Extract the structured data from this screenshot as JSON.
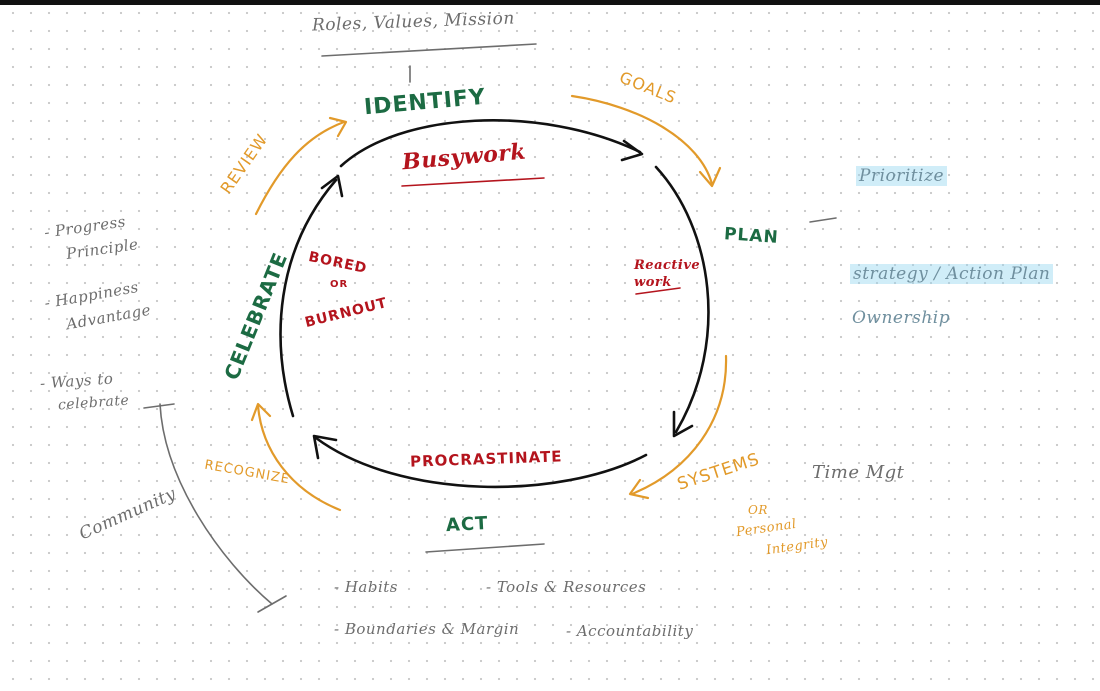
{
  "top": {
    "text": "Roles, Values, Mission"
  },
  "cycle": {
    "identify": "IDENTIFY",
    "plan": "PLAN",
    "act": "ACT",
    "celebrate": "CELEBRATE"
  },
  "transitions": {
    "goals": "GOALS",
    "systems": "SYSTEMS",
    "recognize": "RECOGNIZE",
    "review": "REVIEW"
  },
  "pitfalls": {
    "busywork": "Busywork",
    "reactive_work": "Reactive work",
    "procrastinate": "PROCRASTINATE",
    "bored": "BORED",
    "or": "OR",
    "burnout": "BURNOUT"
  },
  "plan_notes": {
    "prioritize": "Prioritize",
    "strategy": "strategy / Action Plan",
    "ownership": "Ownership"
  },
  "systems_notes": {
    "time_mgt": "Time Mgt",
    "or": "OR",
    "personal": "Personal",
    "integrity": "Integrity"
  },
  "act_notes": {
    "habits": "- Habits",
    "tools": "- Tools & Resources",
    "boundaries": "- Boundaries & Margin",
    "accountability": "- Accountability"
  },
  "celebrate_notes": {
    "progress": "- Progress",
    "principle": "Principle",
    "happiness": "- Happiness",
    "advantage": "Advantage",
    "ways": "- Ways to",
    "celebrate": "celebrate"
  },
  "community": "Community",
  "colors": {
    "green": "#1c6b43",
    "red": "#b4141d",
    "orange": "#e29a2a",
    "gray": "#6d6d6d",
    "highlight": "#96d7f0"
  }
}
